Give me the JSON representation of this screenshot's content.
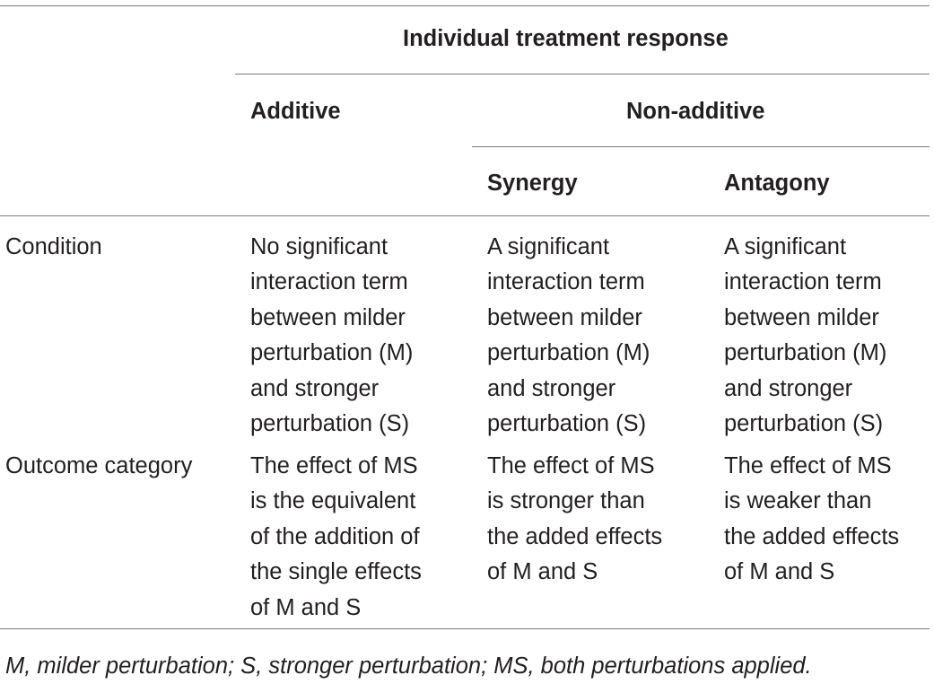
{
  "table": {
    "header": {
      "group": "Individual treatment response",
      "additive": "Additive",
      "non_additive": "Non-additive",
      "synergy": "Synergy",
      "antagony": "Antagony"
    },
    "rows": [
      {
        "label": "Condition",
        "additive": [
          "No significant",
          "interaction term",
          "between milder",
          "perturbation (M)",
          "and stronger",
          "perturbation (S)"
        ],
        "synergy": [
          "A significant",
          "interaction term",
          "between milder",
          "perturbation (M)",
          "and stronger",
          "perturbation (S)"
        ],
        "antagony": [
          "A significant",
          "interaction term",
          "between milder",
          "perturbation (M)",
          "and stronger",
          "perturbation (S)"
        ]
      },
      {
        "label": "Outcome category",
        "additive": [
          "The effect of MS",
          "is the equivalent",
          "of the addition of",
          "the single effects",
          "of M and S"
        ],
        "synergy": [
          "The effect of MS",
          "is stronger than",
          "the added effects",
          "of M and S"
        ],
        "antagony": [
          "The effect of MS",
          "is weaker than",
          "the added effects",
          "of M and S"
        ]
      }
    ],
    "footnote": "M, milder perturbation; S, stronger perturbation; MS, both perturbations applied."
  }
}
